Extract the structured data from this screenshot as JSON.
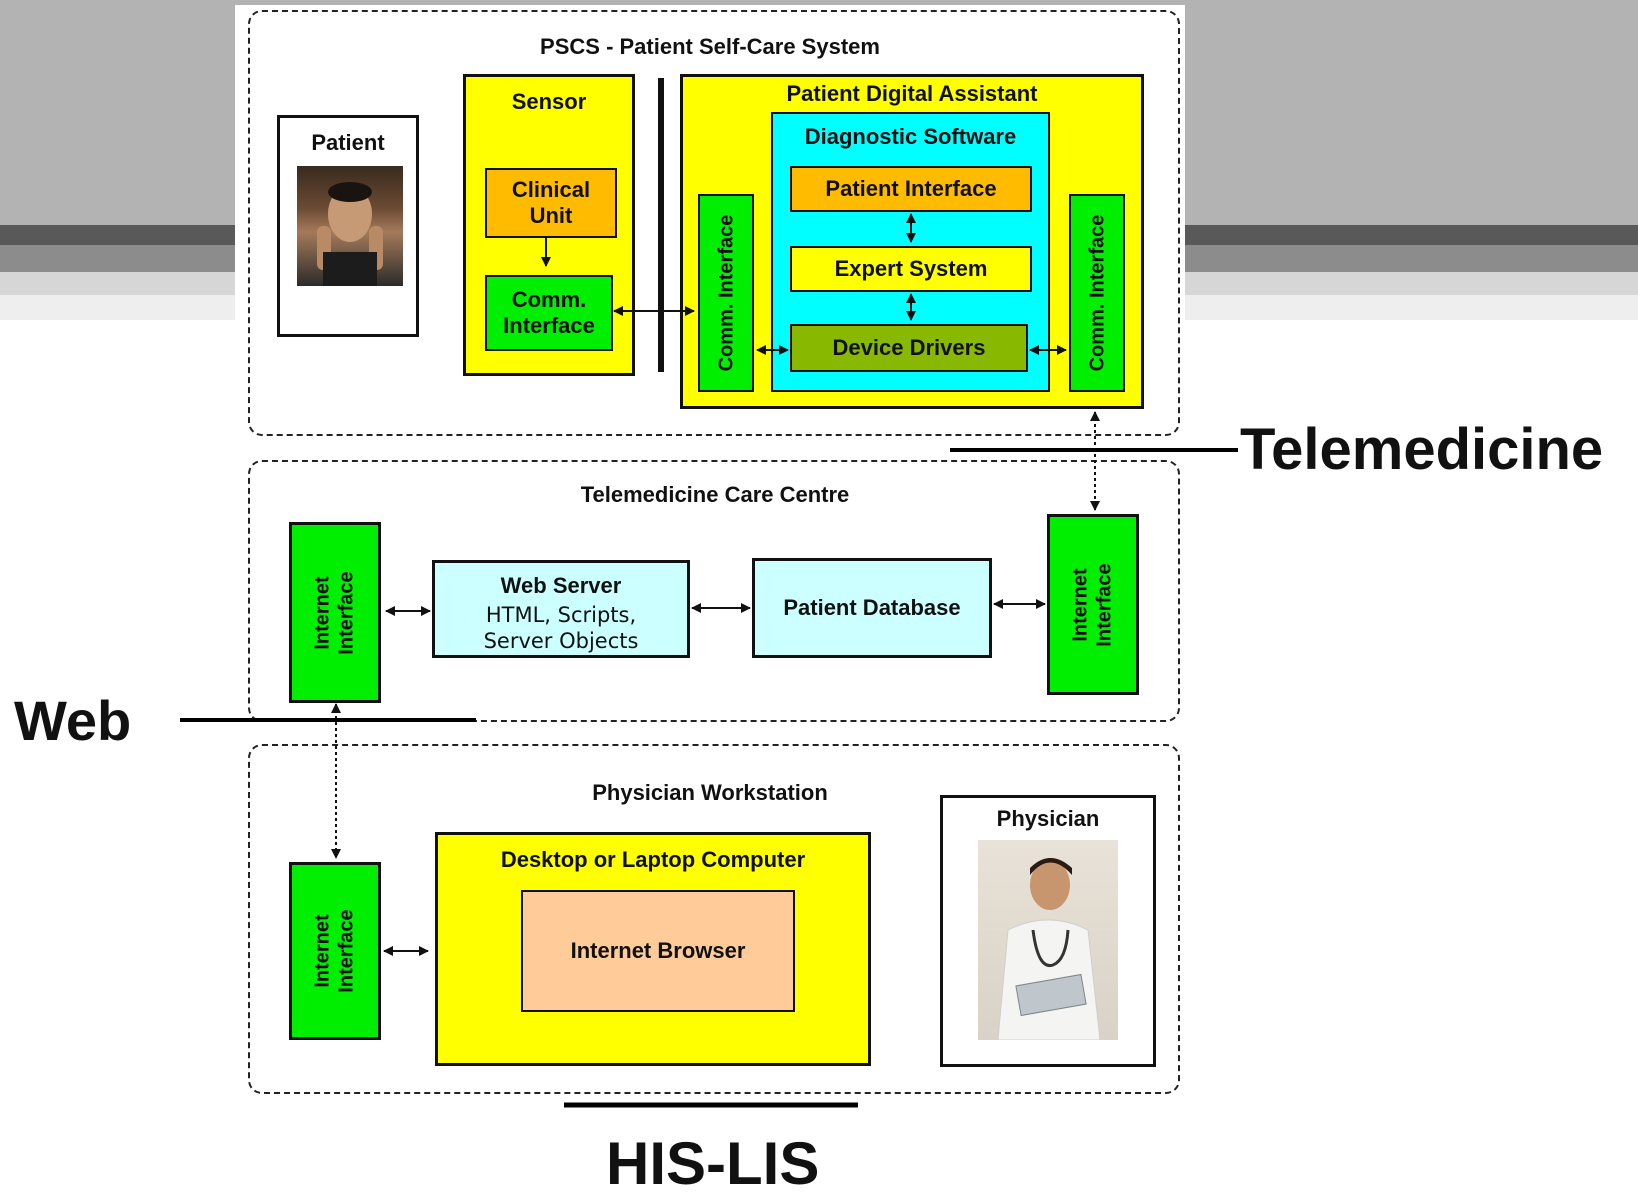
{
  "colors": {
    "panel_border": "#222222",
    "yellow": "#ffff00",
    "cyan": "#00ffff",
    "light_cyan": "#ccffff",
    "green": "#00ee00",
    "orange": "#ffbb00",
    "olive": "#88b800",
    "peach": "#ffcc99",
    "slide_band_gray": "#b3b3b3"
  },
  "pscs": {
    "title": "PSCS - Patient Self-Care System",
    "patient": {
      "label": "Patient"
    },
    "sensor": {
      "title": "Sensor",
      "clinical_unit": "Clinical\nUnit",
      "comm_interface": "Comm.\nInterface"
    },
    "pda": {
      "title": "Patient Digital Assistant",
      "comm_left": "Comm. Interface",
      "comm_right": "Comm. Interface",
      "diagnostic": {
        "title": "Diagnostic Software",
        "patient_interface": "Patient Interface",
        "expert_system": "Expert System",
        "device_drivers": "Device Drivers"
      }
    }
  },
  "care_centre": {
    "title": "Telemedicine Care Centre",
    "internet_left": "Internet\nInterface",
    "internet_right": "Internet\nInterface",
    "web_server": {
      "title": "Web Server",
      "line1": "HTML, Scripts,",
      "line2": "Server Objects"
    },
    "patient_database": "Patient Database"
  },
  "workstation": {
    "title": "Physician Workstation",
    "internet": "Internet\nInterface",
    "computer": "Desktop or Laptop Computer",
    "browser": "Internet Browser",
    "physician": {
      "label": "Physician"
    }
  },
  "annotations": {
    "telemedicine": "Telemedicine",
    "web": "Web",
    "his_lis": "HIS-LIS"
  }
}
